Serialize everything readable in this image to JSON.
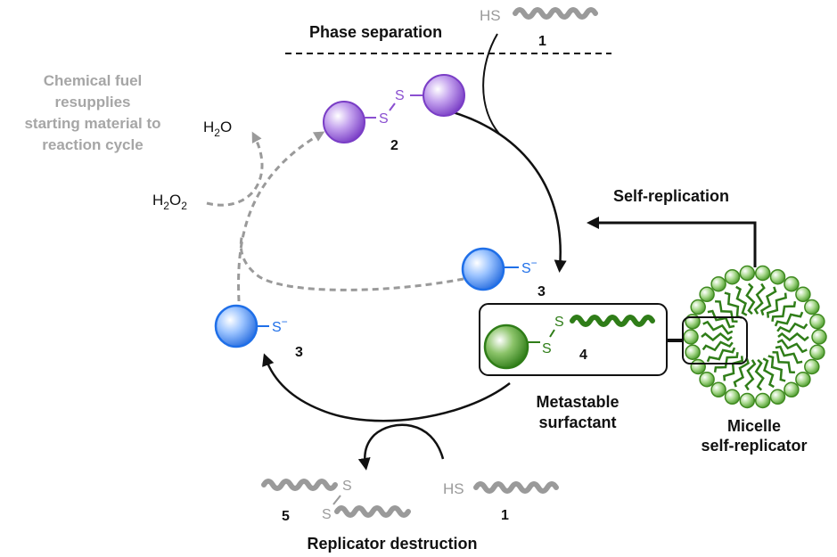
{
  "labels": {
    "phase_separation": "Phase separation",
    "self_replication": "Self-replication",
    "chemical_fuel": [
      "Chemical fuel",
      "resupplies",
      "starting material to",
      "reaction cycle"
    ],
    "metastable": [
      "Metastable",
      "surfactant"
    ],
    "micelle": [
      "Micelle",
      "self-replicator"
    ],
    "replicator_destruction": "Replicator destruction"
  },
  "chemistry": {
    "hs": "HS",
    "s": "S",
    "s_minus": "S",
    "minus": "−",
    "h2o": {
      "h": "H",
      "two": "2",
      "o": "O"
    },
    "h2o2": {
      "h": "H",
      "two": "2",
      "o": "O",
      "two_b": "2"
    }
  },
  "compound_numbers": {
    "thiol_top": "1",
    "disulfide": "2",
    "thiolate_right": "3",
    "thiolate_left": "3",
    "surfactant": "4",
    "waste": "5",
    "thiol_bottom": "1"
  },
  "colors": {
    "purple": "#8a4fd0",
    "blue": "#1f6fe8",
    "green": "#2f7d18",
    "grey": "#9a9a9a",
    "arrow": "#111111"
  }
}
